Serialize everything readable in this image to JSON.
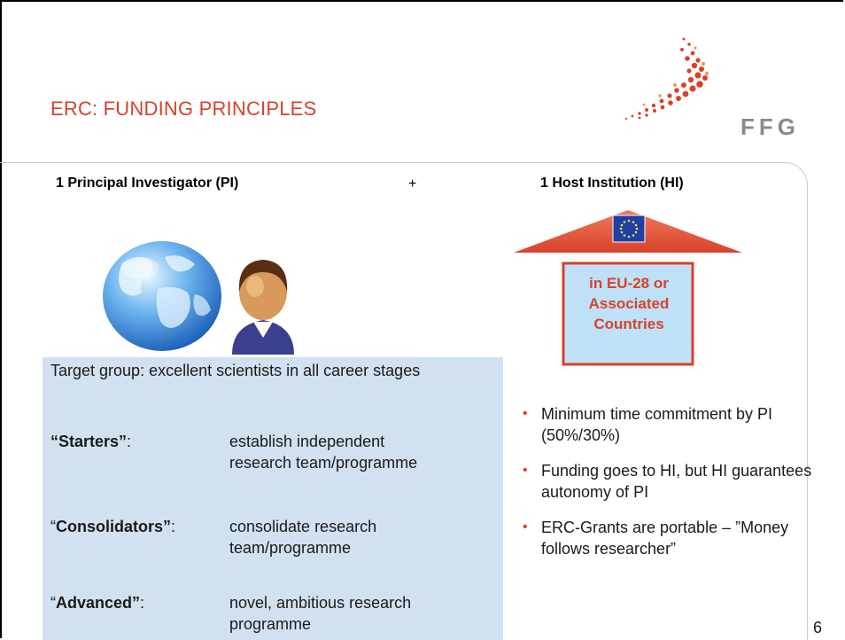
{
  "slide": {
    "title": "ERC: FUNDING PRINCIPLES",
    "logo_text": "FFG",
    "page_number": "6"
  },
  "left": {
    "heading": "1 Principal Investigator (PI)",
    "plus": "+",
    "target_group": "Target group: excellent scientists in all career stages",
    "categories": [
      {
        "term_open": "",
        "term_bold": "“Starters”",
        "term_close": ":",
        "desc_line1": "establish independent",
        "desc_line2": "research team/programme"
      },
      {
        "term_open": "“",
        "term_bold": "Consolidators”",
        "term_close": ":",
        "desc_line1": "consolidate research",
        "desc_line2": "team/programme"
      },
      {
        "term_open": "“",
        "term_bold": "Advanced”",
        "term_close": ":",
        "desc_line1": "novel, ambitious research",
        "desc_line2": "programme"
      }
    ]
  },
  "right": {
    "heading": "1 Host Institution (HI)",
    "house_line1": "in EU-28 or",
    "house_line2": "Associated",
    "house_line3": "Countries",
    "bullets": [
      "Minimum time commitment by PI (50%/30%)",
      "Funding goes  to HI,  but HI guarantees autonomy of PI",
      "ERC-Grants are portable – ”Money follows researcher”"
    ]
  },
  "colors": {
    "accent": "#d8422a",
    "target_box": "#d2e1f0",
    "house_body": "#bfe1f7",
    "logo_text": "#8a8a8a"
  },
  "icons": {
    "logo": "ffg-dotted-arc-logo",
    "globe": "globe-icon",
    "person": "person-icon",
    "flag": "eu-flag-icon"
  }
}
